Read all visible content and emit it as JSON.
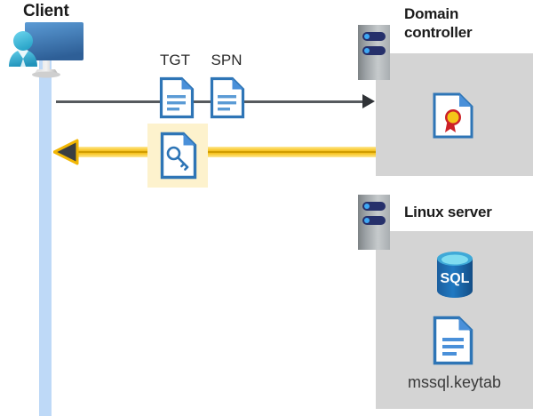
{
  "diagram": {
    "title": "Kerberos authentication flow between client, domain controller and Linux server",
    "type": "sequence-diagram"
  },
  "actors": {
    "client": {
      "label": "Client",
      "icon": "client-computer-user-icon",
      "lifeline_color": "#bed9f7"
    },
    "domain_controller": {
      "label": "Domain\ncontroller",
      "label_line1": "Domain",
      "label_line2": "controller",
      "icon": "server-rack-icon",
      "panel_color": "#d4d4d4",
      "contents": [
        {
          "name": "certificate-document",
          "icon": "certificate-icon",
          "label": ""
        }
      ]
    },
    "linux_server": {
      "label": "Linux server",
      "icon": "server-rack-icon",
      "panel_color": "#d4d4d4",
      "contents": [
        {
          "name": "sql-database",
          "icon": "sql-database-icon",
          "label": "SQL"
        },
        {
          "name": "keytab-file",
          "icon": "document-icon",
          "label": "mssql.keytab"
        }
      ]
    }
  },
  "messages": [
    {
      "id": "request",
      "direction": "right",
      "from": "client",
      "to": "domain_controller",
      "color": "#565a5e",
      "artifacts": [
        {
          "label": "TGT",
          "icon": "document-icon"
        },
        {
          "label": "SPN",
          "icon": "document-icon"
        }
      ]
    },
    {
      "id": "response",
      "direction": "left",
      "from": "domain_controller",
      "to": "client",
      "color": "#f2b705",
      "highlight": true,
      "highlight_color": "#fdf2cd",
      "artifacts": [
        {
          "label": "",
          "icon": "key-document-icon"
        }
      ]
    }
  ],
  "colors": {
    "accent_blue": "#2e75b6",
    "lifeline_blue": "#bed9f7",
    "panel_gray": "#d4d4d4",
    "arrow_yellow": "#f2b705",
    "arrow_dark": "#2f3236",
    "highlight_yellow": "#fdf2cd",
    "sql_blue": "#1f6fb4",
    "seal_gold": "#f5c518",
    "seal_red": "#cc2127"
  },
  "labels": {
    "sql": "SQL",
    "keytab_filename": "mssql.keytab",
    "tgt": "TGT",
    "spn": "SPN"
  }
}
